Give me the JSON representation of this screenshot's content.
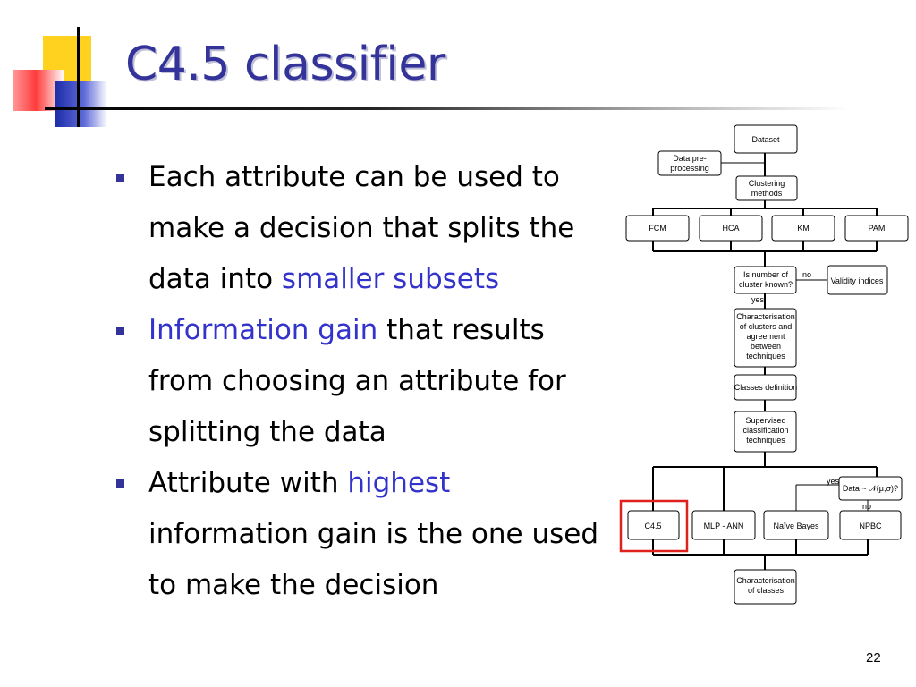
{
  "slide": {
    "title": "C4.5 classifier",
    "page_number": "22",
    "accent_color": "#333399",
    "highlight_color": "#3333cc"
  },
  "bullets": [
    {
      "segments": [
        {
          "text": "Each attribute can be used to make a decision that splits the data into ",
          "highlight": false
        },
        {
          "text": "smaller subsets",
          "highlight": true
        }
      ]
    },
    {
      "segments": [
        {
          "text": "Information gain",
          "highlight": true
        },
        {
          "text": " that results from choosing an attribute for splitting the data",
          "highlight": false
        }
      ]
    },
    {
      "segments": [
        {
          "text": "Attribute with ",
          "highlight": false
        },
        {
          "text": "highest",
          "highlight": true
        },
        {
          "text": " information gain is the one used to make the decision",
          "highlight": false
        }
      ]
    }
  ],
  "flowchart": {
    "dataset": "Dataset",
    "preprocessing": [
      "Data pre-",
      "processing"
    ],
    "clustering": [
      "Clustering",
      "methods"
    ],
    "cluster_methods": [
      "FCM",
      "HCA",
      "KM",
      "PAM"
    ],
    "cluster_known": [
      "Is number of",
      "cluster known?"
    ],
    "no_label": "no",
    "yes_label": "yes",
    "validity": "Validity indices",
    "characterisation": [
      "Characterisation",
      "of clusters and",
      "agreement",
      "between",
      "techniques"
    ],
    "classes_definition": "Classes definition",
    "supervised": [
      "Supervised",
      "classification",
      "techniques"
    ],
    "normal_test": "Data ~ 𝒩(μ,σ)?",
    "classifiers": [
      "C4.5",
      "MLP - ANN",
      "Naïve Bayes",
      "NPBC"
    ],
    "characterisation_classes": [
      "Characterisation",
      "of classes"
    ],
    "highlight_box_color": "#e0201c"
  }
}
